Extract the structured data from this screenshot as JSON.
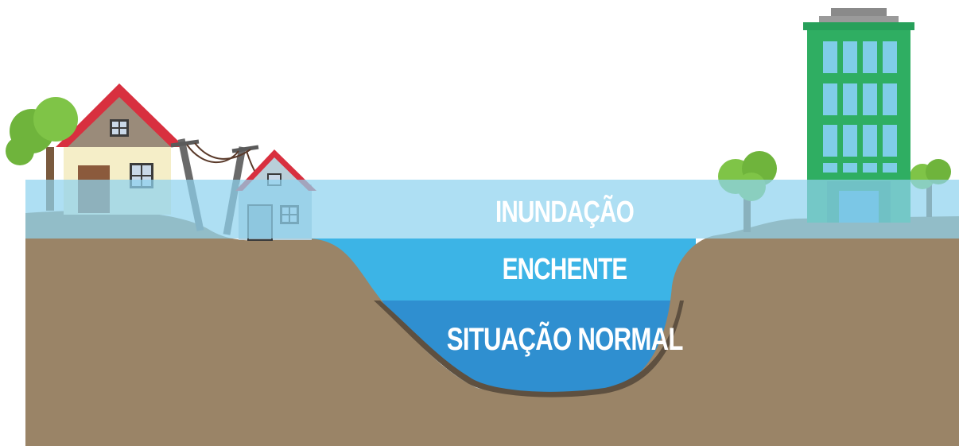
{
  "levels": {
    "flood": "INUNDAÇÃO",
    "overflow": "ENCHENTE",
    "normal": "SITUAÇÃO NORMAL"
  },
  "colors": {
    "ground": "#9a8467",
    "ground_edge": "#5e5040",
    "flood_water": "#8fd3ef",
    "overflow_water": "#3cb4e6",
    "normal_water": "#2f8fd0",
    "roof": "#d8303f",
    "building": "#2fae62"
  },
  "icons": [
    "house-large-icon",
    "house-small-icon",
    "utility-pole-icon",
    "tree-icon",
    "building-icon"
  ]
}
